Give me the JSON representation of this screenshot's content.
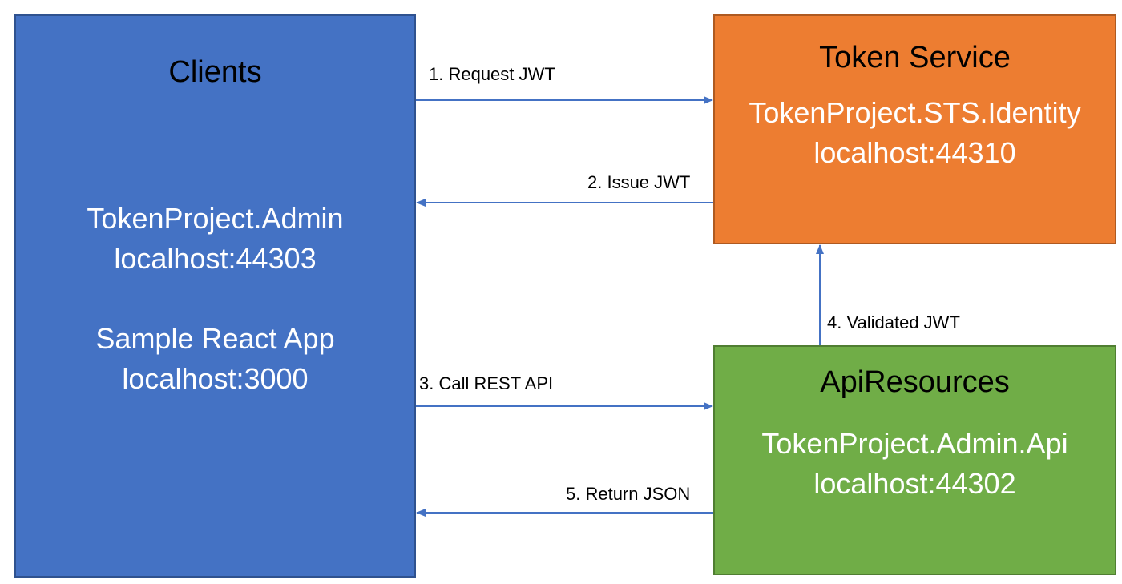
{
  "colors": {
    "clients_fill": "#4472c4",
    "token_fill": "#ed7d31",
    "api_fill": "#70ad47",
    "arrow": "#4472c4"
  },
  "clients": {
    "title": "Clients",
    "lines": [
      "TokenProject.Admin",
      "localhost:44303",
      "Sample React App",
      "localhost:3000"
    ]
  },
  "token_service": {
    "title": "Token Service",
    "lines": [
      "TokenProject.STS.Identity",
      "localhost:44310"
    ]
  },
  "api_resources": {
    "title": "ApiResources",
    "lines": [
      "TokenProject.Admin.Api",
      "localhost:44302"
    ]
  },
  "flows": [
    {
      "label": "1. Request JWT"
    },
    {
      "label": "2. Issue JWT"
    },
    {
      "label": "3. Call REST API"
    },
    {
      "label": "4. Validated JWT"
    },
    {
      "label": "5. Return JSON"
    }
  ]
}
